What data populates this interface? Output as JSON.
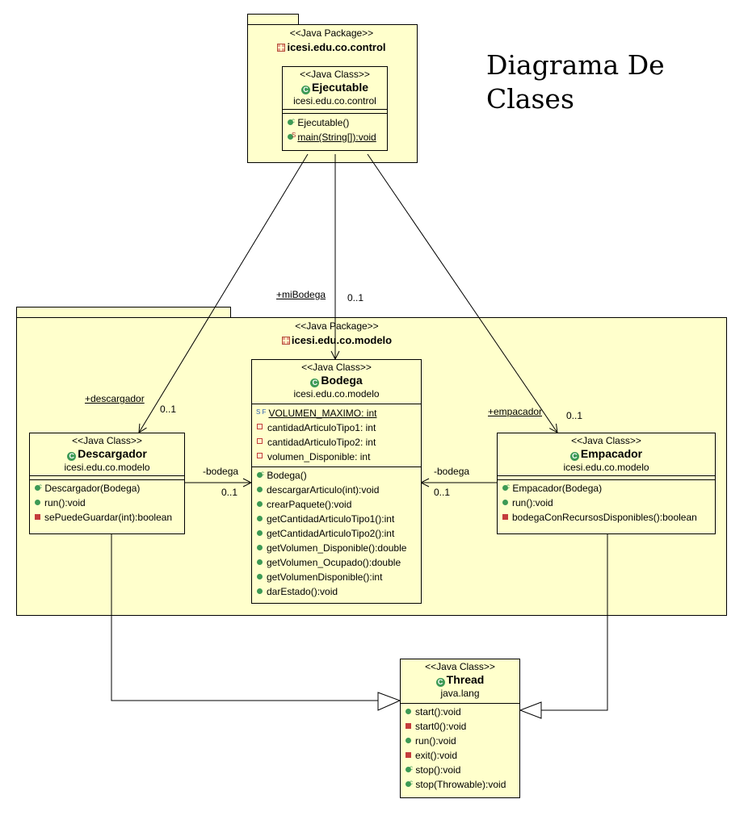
{
  "title": {
    "line1": "Diagrama De",
    "line2": "Clases"
  },
  "packages": {
    "control": {
      "stereotype": "<<Java Package>>",
      "name": "icesi.edu.co.control"
    },
    "modelo": {
      "stereotype": "<<Java Package>>",
      "name": "icesi.edu.co.modelo"
    }
  },
  "classes": {
    "ejecutable": {
      "stereotype": "<<Java Class>>",
      "name": "Ejecutable",
      "package": "icesi.edu.co.control",
      "methods": [
        "Ejecutable()",
        "main(String[]):void"
      ]
    },
    "bodega": {
      "stereotype": "<<Java Class>>",
      "name": "Bodega",
      "package": "icesi.edu.co.modelo",
      "fields": [
        "VOLUMEN_MAXIMO: int",
        "cantidadArticuloTipo1: int",
        "cantidadArticuloTipo2: int",
        "volumen_Disponible: int"
      ],
      "methods": [
        "Bodega()",
        "descargarArticulo(int):void",
        "crearPaquete():void",
        "getCantidadArticuloTipo1():int",
        "getCantidadArticuloTipo2():int",
        "getVolumen_Disponible():double",
        "getVolumen_Ocupado():double",
        "getVolumenDisponible():int",
        "darEstado():void"
      ]
    },
    "descargador": {
      "stereotype": "<<Java Class>>",
      "name": "Descargador",
      "package": "icesi.edu.co.modelo",
      "methods": [
        "Descargador(Bodega)",
        "run():void",
        "sePuedeGuardar(int):boolean"
      ]
    },
    "empacador": {
      "stereotype": "<<Java Class>>",
      "name": "Empacador",
      "package": "icesi.edu.co.modelo",
      "methods": [
        "Empacador(Bodega)",
        "run():void",
        "bodegaConRecursosDisponibles():boolean"
      ]
    },
    "thread": {
      "stereotype": "<<Java Class>>",
      "name": "Thread",
      "package": "java.lang",
      "methods": [
        "start():void",
        "start0():void",
        "run():void",
        "exit():void",
        "stop():void",
        "stop(Throwable):void"
      ]
    }
  },
  "associations": {
    "mi_bodega": {
      "role": "+miBodega",
      "multiplicity": "0..1"
    },
    "descargador": {
      "role": "+descargador",
      "multiplicity": "0..1"
    },
    "empacador": {
      "role": "+empacador",
      "multiplicity": "0..1"
    },
    "descargador_bodega": {
      "role": "-bodega",
      "multiplicity": "0..1"
    },
    "empacador_bodega": {
      "role": "-bodega",
      "multiplicity": "0..1"
    }
  },
  "colors": {
    "fill": "#ffffcc",
    "line": "#000000",
    "class_icon": "#3d9a55",
    "private_icon": "#c43c3c"
  }
}
